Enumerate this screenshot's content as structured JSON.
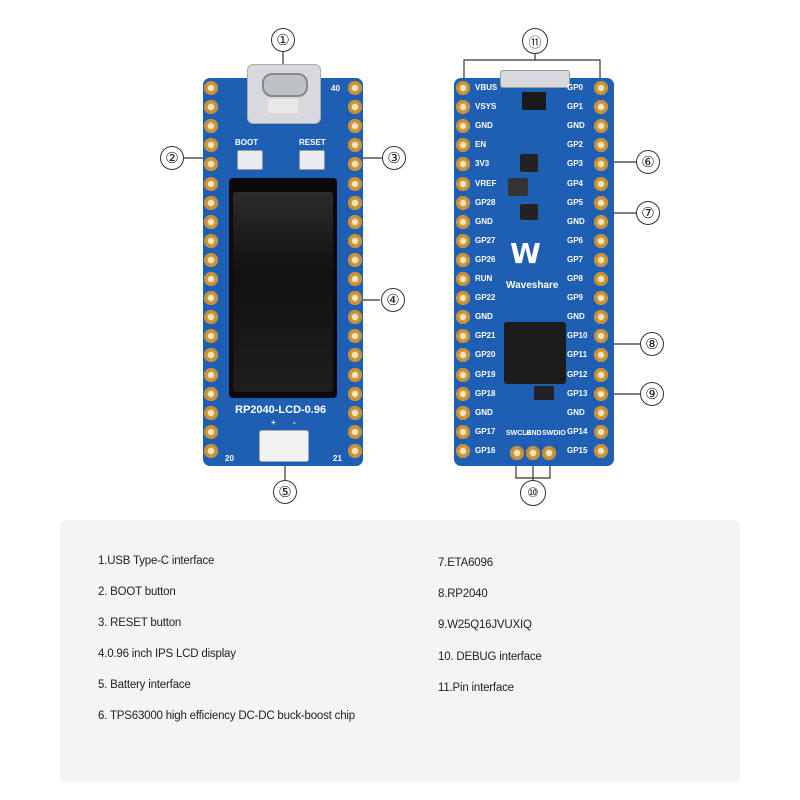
{
  "front_board": {
    "model_label": "RP2040-LCD-0.96",
    "boot_label": "BOOT",
    "reset_label": "RESET",
    "pin_number_top_right": "40",
    "pin_number_bottom_left": "20",
    "pin_number_bottom_right": "21",
    "battery_polarity_plus": "+",
    "battery_polarity_minus": "-"
  },
  "back_board": {
    "brand_label": "Waveshare",
    "left_pins": [
      "VBUS",
      "VSYS",
      "GND",
      "EN",
      "3V3",
      "VREF",
      "GP28",
      "GND",
      "GP27",
      "GP26",
      "RUN",
      "GP22",
      "GND",
      "GP21",
      "GP20",
      "GP19",
      "GP18",
      "GND",
      "GP17",
      "GP16"
    ],
    "right_pins": [
      "GP0",
      "GP1",
      "GND",
      "GP2",
      "GP3",
      "GP4",
      "GP5",
      "GND",
      "GP6",
      "GP7",
      "GP8",
      "GP9",
      "GND",
      "GP10",
      "GP11",
      "GP12",
      "GP13",
      "GND",
      "GP14",
      "GP15"
    ],
    "debug_pins": [
      "SWCLK",
      "GND",
      "SWDIO"
    ]
  },
  "callouts": [
    "①",
    "②",
    "③",
    "④",
    "⑤",
    "⑥",
    "⑦",
    "⑧",
    "⑨",
    "⑩",
    "⑪"
  ],
  "legend": {
    "left": [
      "1.USB Type-C interface",
      "2. BOOT button",
      "3. RESET button",
      "4.0.96 inch IPS LCD display",
      "5. Battery interface",
      "6. TPS63000 high efficiency DC-DC buck-boost chip"
    ],
    "right": [
      "7.ETA6096",
      "8.RP2040",
      "9.W25Q16JVUXIQ",
      "10. DEBUG interface",
      "11.Pin interface"
    ]
  },
  "colors": {
    "pcb": "#1f5fb3",
    "pad": "#d9a94a",
    "legend_bg": "#f4f4f4"
  }
}
